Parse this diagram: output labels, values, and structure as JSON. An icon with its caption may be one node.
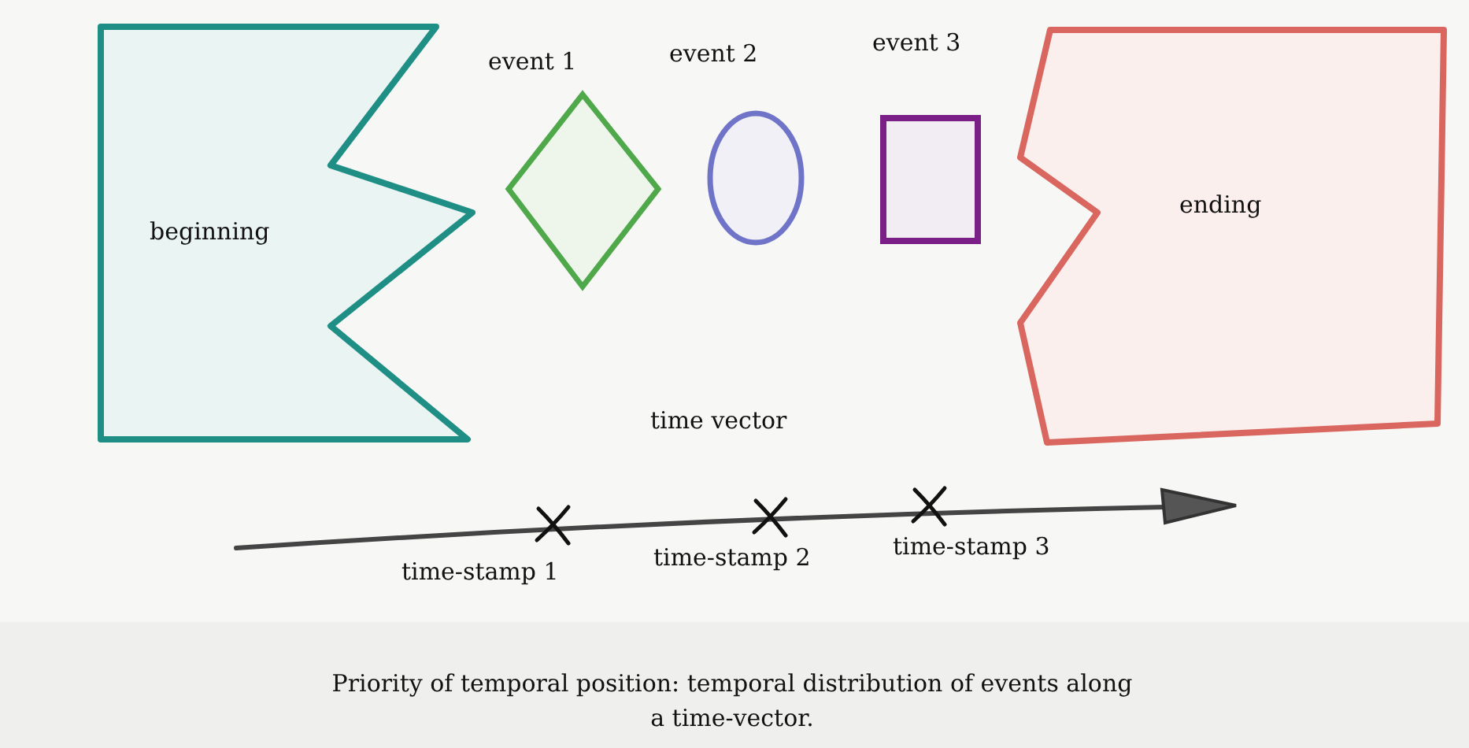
{
  "diagram": {
    "caption": "Priority of temporal position: temporal distribution of events along a time-vector.",
    "nodes": [
      {
        "text": [
          "beginning"
        ]
      },
      {
        "text": [
          "event 1"
        ]
      },
      {
        "text": [
          "event 2"
        ]
      },
      {
        "text": [
          "event 3"
        ]
      },
      {
        "text": [
          "ending"
        ]
      }
    ],
    "labels": [
      "time vector",
      "time-stamp 1",
      "time-stamp 2",
      "time-stamp 3"
    ]
  }
}
